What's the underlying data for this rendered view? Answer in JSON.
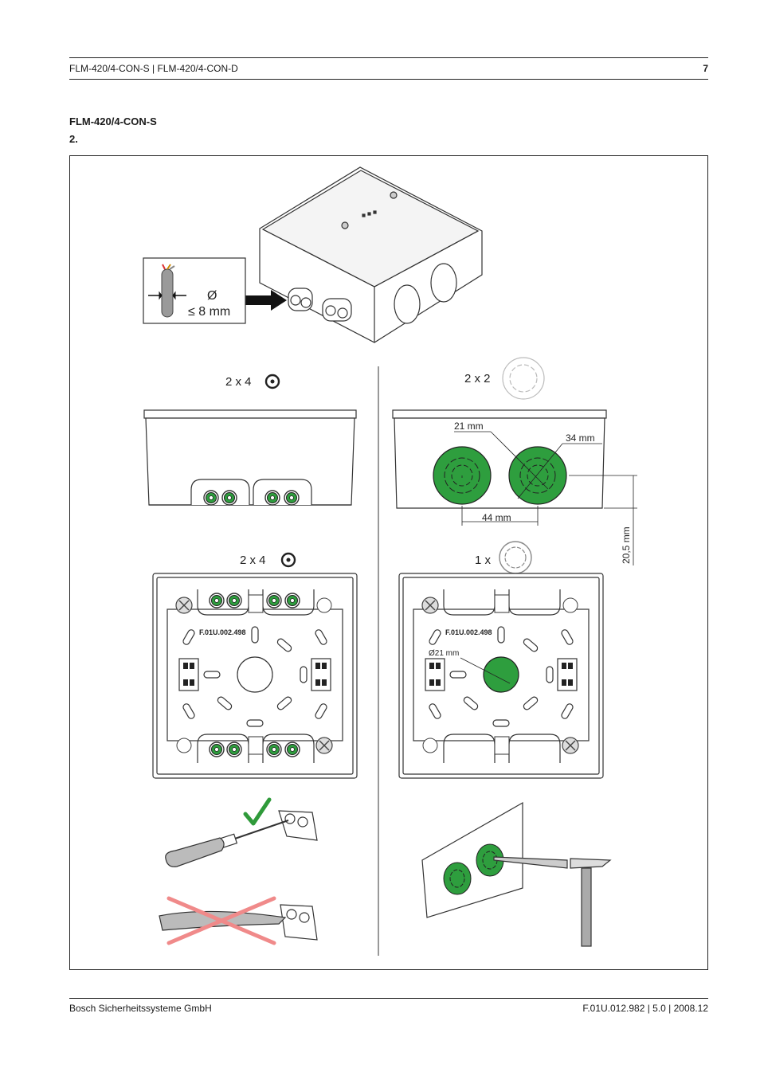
{
  "header": {
    "left": "FLM-420/4-CON-S | FLM-420/4-CON-D",
    "page_number": "7"
  },
  "section": {
    "title": "FLM-420/4-CON-S",
    "step": "2."
  },
  "figure": {
    "cable_symbol": "Ø",
    "cable_size": "≤ 8 mm",
    "left_side_count": "2 x 4",
    "right_side_count": "2 x 2",
    "dim_21": "21 mm",
    "dim_34": "34 mm",
    "dim_44": "44 mm",
    "dim_20_5": "20,5 mm",
    "left_bottom_count": "2 x 4",
    "right_bottom_count": "1 x",
    "part_label_left": "F.01U.002.498",
    "part_label_right": "F.01U.002.498",
    "dim_dia21": "Ø21 mm",
    "colors": {
      "knockout": "#2e9e3e",
      "cross": "#f08a8a",
      "check": "#2f9a3a"
    }
  },
  "footer": {
    "left": "Bosch Sicherheitssysteme GmbH",
    "right": "F.01U.012.982 | 5.0 | 2008.12"
  }
}
